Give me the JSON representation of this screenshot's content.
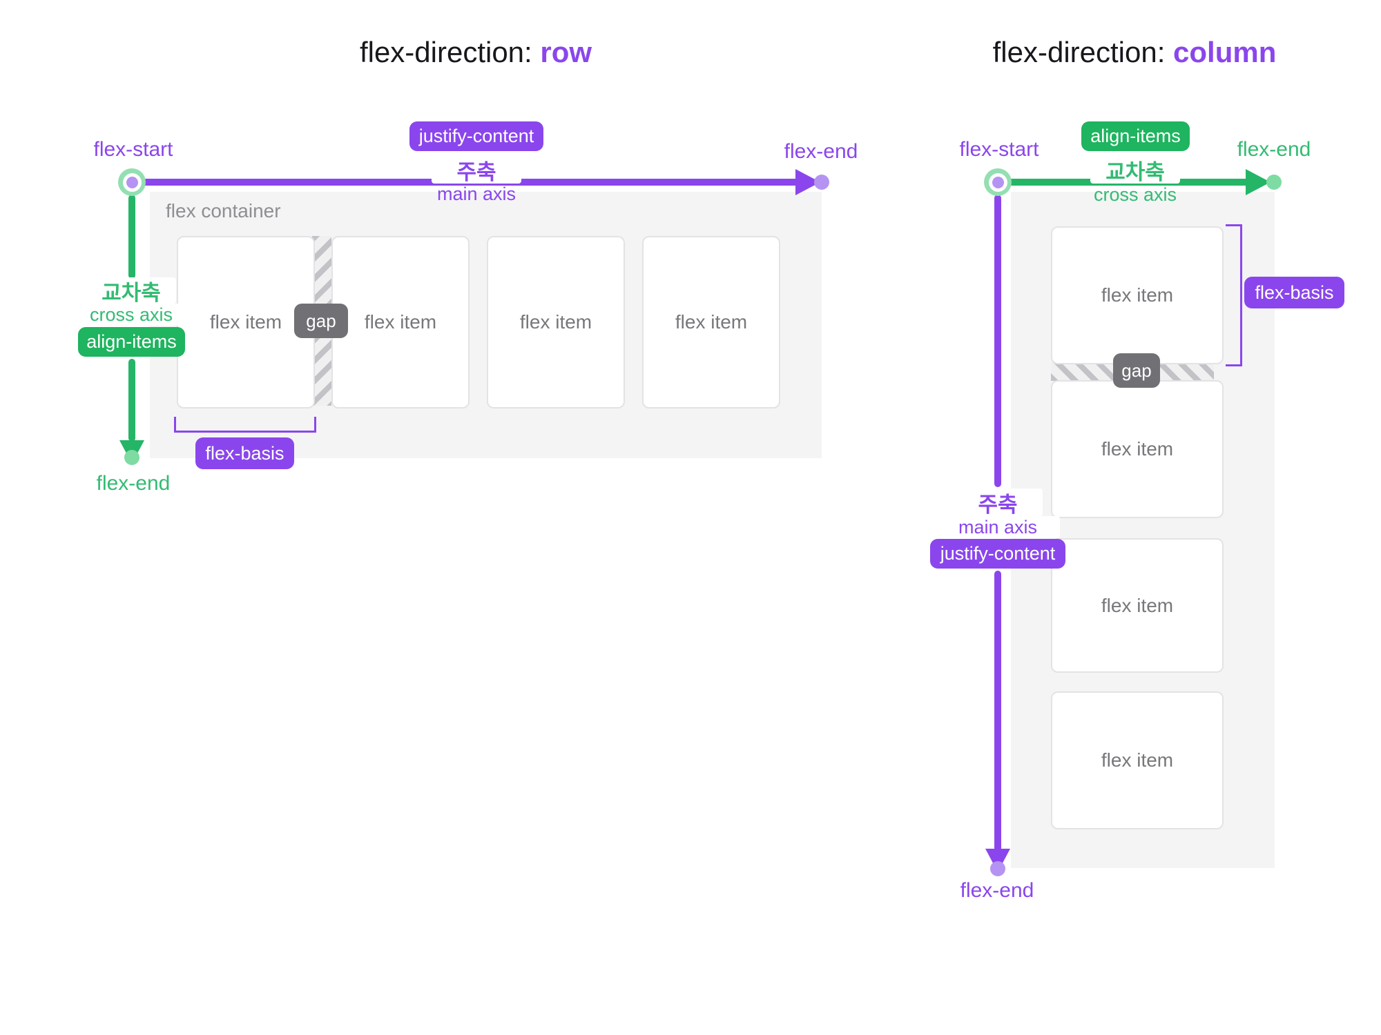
{
  "left": {
    "title_prefix": "flex-direction: ",
    "title_value": "row",
    "flex_start_label": "flex-start",
    "main_flex_end_label": "flex-end",
    "cross_flex_end_label": "flex-end",
    "justify_content_badge": "justify-content",
    "main_axis_ko": "주축",
    "main_axis_en": "main axis",
    "cross_axis_ko": "교차축",
    "cross_axis_en": "cross axis",
    "align_items_badge": "align-items",
    "container_label": "flex container",
    "gap_badge": "gap",
    "flex_basis_badge": "flex-basis",
    "items": [
      "flex item",
      "flex item",
      "flex item",
      "flex item"
    ]
  },
  "right": {
    "title_prefix": "flex-direction: ",
    "title_value": "column",
    "flex_start_label": "flex-start",
    "cross_flex_end_label": "flex-end",
    "main_flex_end_label": "flex-end",
    "justify_content_badge": "justify-content",
    "main_axis_ko": "주축",
    "main_axis_en": "main axis",
    "cross_axis_ko": "교차축",
    "cross_axis_en": "cross axis",
    "align_items_badge": "align-items",
    "gap_badge": "gap",
    "flex_basis_badge": "flex-basis",
    "items": [
      "flex item",
      "flex item",
      "flex item",
      "flex item"
    ]
  },
  "colors": {
    "purple": "#8a46ec",
    "purple_light_dot": "#b593f2",
    "green_badge": "#1fb45f",
    "green_line": "#25b567",
    "green_text": "#33bb72",
    "green_light_dot": "#7edba2",
    "container_bg": "#f4f4f5",
    "item_border": "#e3e3e6",
    "item_text": "#77777c",
    "container_label_text": "#8e8e93",
    "gap_badge_bg": "#707075",
    "hatch_stripe": "#c2c2c7"
  }
}
